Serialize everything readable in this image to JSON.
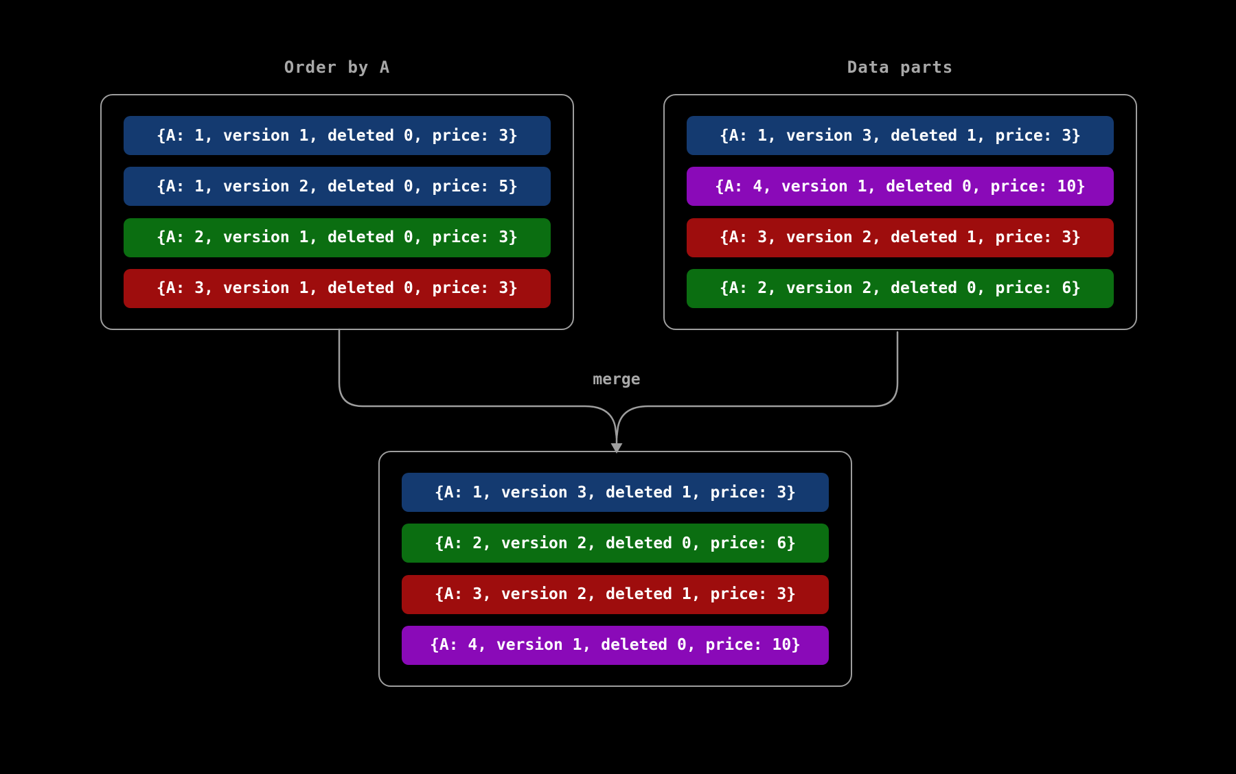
{
  "diagram": {
    "background": "#000000",
    "merge_label": "merge",
    "colors": {
      "blue": "#143a70",
      "green": "#0b6e11",
      "red": "#9e0d0d",
      "purple": "#8a0ab8",
      "line": "#9e9e9e",
      "title_text": "#a8a8a8",
      "row_text": "#ffffff"
    },
    "boxes": {
      "order_by_a": {
        "title": "Order by A",
        "rows": [
          {
            "color": "blue",
            "text": "{A: 1, version 1, deleted 0, price: 3}"
          },
          {
            "color": "blue",
            "text": "{A: 1, version 2, deleted 0, price: 5}"
          },
          {
            "color": "green",
            "text": "{A: 2, version 1, deleted 0, price: 3}"
          },
          {
            "color": "red",
            "text": "{A: 3, version 1, deleted 0, price: 3}"
          }
        ]
      },
      "data_parts": {
        "title": "Data parts",
        "rows": [
          {
            "color": "blue",
            "text": "{A: 1, version 3, deleted 1, price: 3}"
          },
          {
            "color": "purple",
            "text": "{A: 4, version 1, deleted 0, price: 10}"
          },
          {
            "color": "red",
            "text": "{A: 3, version 2, deleted 1, price: 3}"
          },
          {
            "color": "green",
            "text": "{A: 2, version 2, deleted 0, price: 6}"
          }
        ]
      },
      "merged": {
        "rows": [
          {
            "color": "blue",
            "text": "{A: 1, version 3, deleted 1, price: 3}"
          },
          {
            "color": "green",
            "text": "{A: 2, version 2, deleted 0, price: 6}"
          },
          {
            "color": "red",
            "text": "{A: 3, version 2, deleted 1, price: 3}"
          },
          {
            "color": "purple",
            "text": "{A: 4, version 1, deleted 0, price: 10}"
          }
        ]
      }
    }
  }
}
